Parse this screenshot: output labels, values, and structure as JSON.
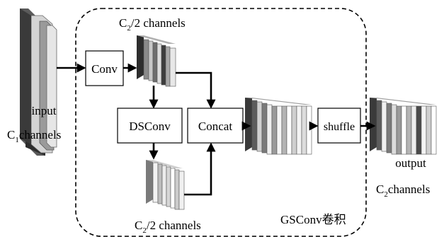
{
  "diagram": {
    "input_label": "input",
    "c1_label_main": "C",
    "c1_label_sub": "1",
    "c1_label_rest": "channels",
    "top_half_label_main": "C",
    "top_half_label_sub": "2",
    "top_half_label_rest": "/2 channels",
    "bottom_half_label_main": "C",
    "bottom_half_label_sub": "2",
    "bottom_half_label_rest": "/2 channels",
    "output_label": "output",
    "c2_label_main": "C",
    "c2_label_sub": "2",
    "c2_label_rest": "channels",
    "conv_label": "Conv",
    "dsconv_label": "DSConv",
    "concat_label": "Concat",
    "shuffle_label": "shuffle",
    "module_label": "GSConv卷积"
  }
}
